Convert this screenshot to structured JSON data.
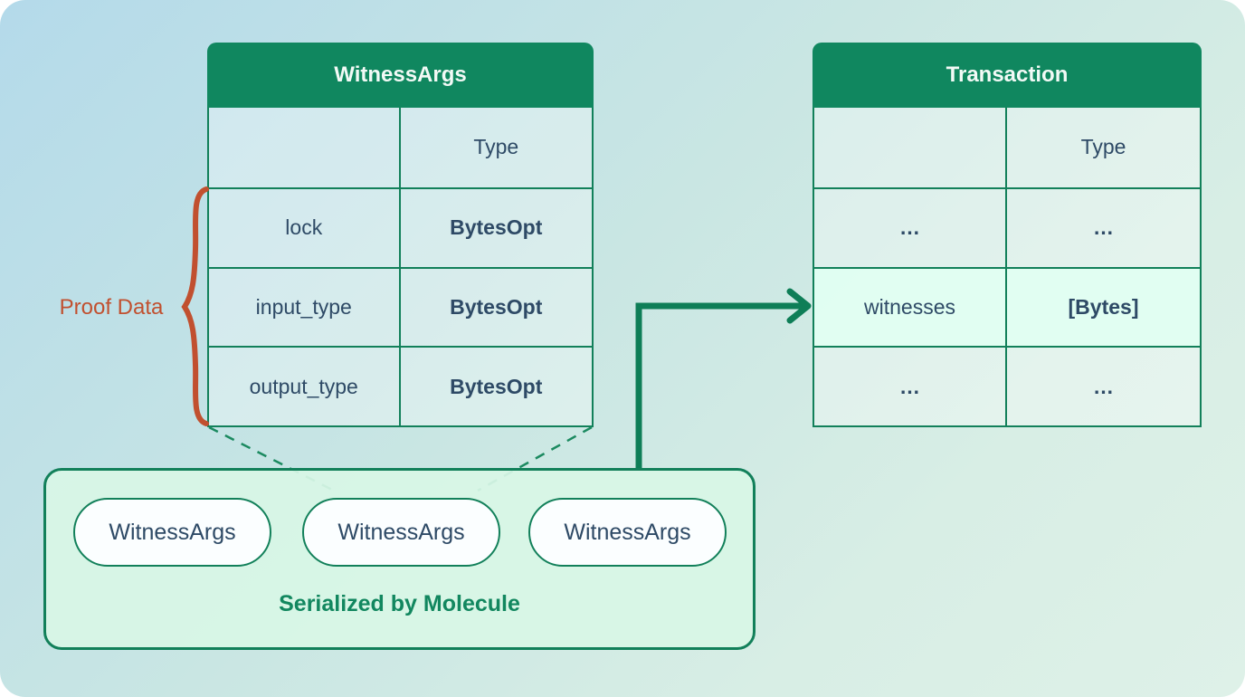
{
  "diagram": {
    "witness_table": {
      "title": "WitnessArgs",
      "col2_header": "Type",
      "rows": [
        {
          "field": "lock",
          "type": "BytesOpt"
        },
        {
          "field": "input_type",
          "type": "BytesOpt"
        },
        {
          "field": "output_type",
          "type": "BytesOpt"
        }
      ]
    },
    "transaction_table": {
      "title": "Transaction",
      "col2_header": "Type",
      "rows": [
        {
          "field": "…",
          "type": "…"
        },
        {
          "field": "witnesses",
          "type": "[Bytes]"
        },
        {
          "field": "…",
          "type": "…"
        }
      ]
    },
    "proof_data_label": "Proof Data",
    "pills": [
      "WitnessArgs",
      "WitnessArgs",
      "WitnessArgs"
    ],
    "caption": "Serialized by Molecule"
  },
  "colors": {
    "header_green": "#10875f",
    "border_green": "#12805a",
    "arrow_green": "#0e7e57",
    "text_dark": "#2e4a66",
    "accent_orange": "#c1502f",
    "highlight_row": "#e2fff3",
    "container_mint": "#d8f6e6",
    "pill_fill": "#fbfeff",
    "bg_top_left": "#b4daea",
    "bg_bottom_right": "#def1e8"
  }
}
